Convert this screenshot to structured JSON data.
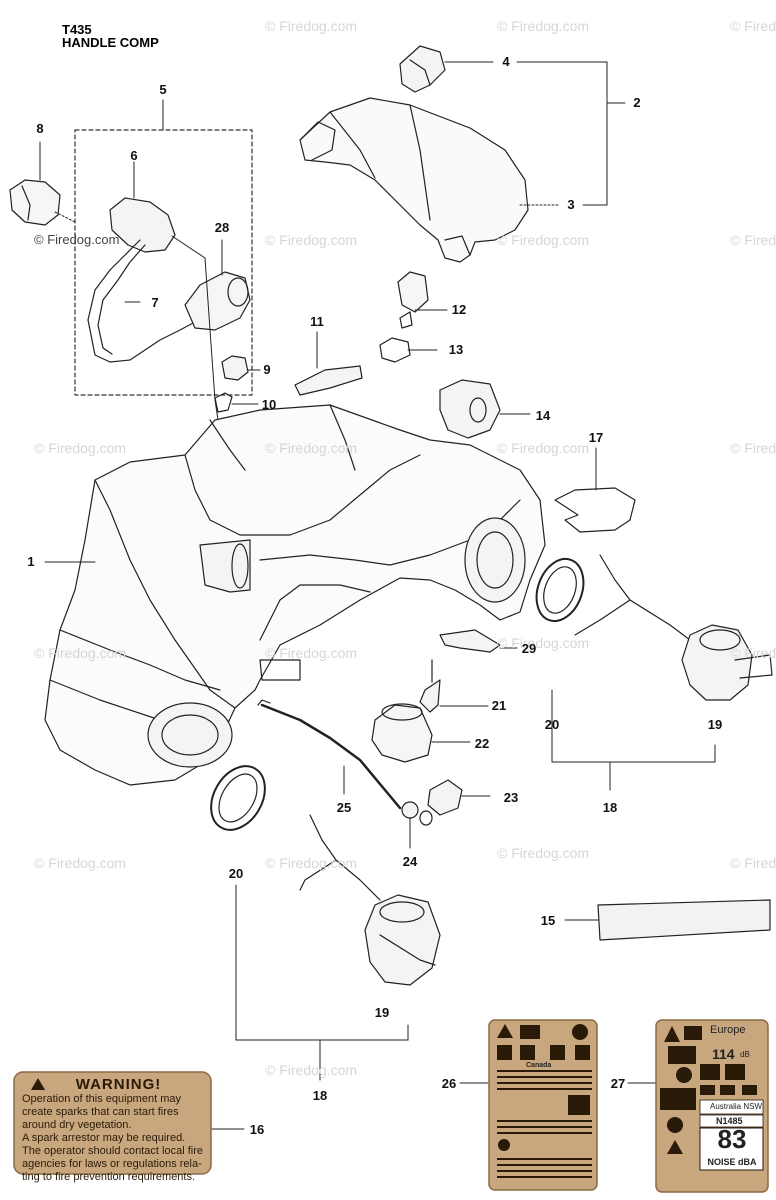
{
  "header": {
    "model": "T435",
    "section": "HANDLE COMP"
  },
  "watermark": {
    "text": "© Firedog.com"
  },
  "callouts": [
    "1",
    "2",
    "3",
    "4",
    "5",
    "6",
    "7",
    "8",
    "9",
    "10",
    "11",
    "12",
    "13",
    "14",
    "15",
    "16",
    "17",
    "18",
    "18",
    "19",
    "19",
    "20",
    "20",
    "21",
    "22",
    "23",
    "24",
    "25",
    "26",
    "27",
    "28",
    "29"
  ],
  "warning_decal": {
    "title": "WARNING!",
    "lines": [
      "Operation of this equipment may",
      "create sparks that can start fires",
      "around dry vegetation.",
      "A spark arrestor may be required.",
      "The operator should contact local fire",
      "agencies for laws or regulations rela-",
      "ting to fire prevention requirements."
    ]
  },
  "decal_27": {
    "region": "Europe",
    "sound_power": "114",
    "db_unit": "dB",
    "approval": "N1485",
    "approval_region": "Australia NSW",
    "noise_value": "83",
    "noise_label": "NOISE dBA"
  },
  "decal_26": {
    "country": "Canada"
  },
  "colors": {
    "decal": "#c9a77e",
    "decal_dark": "#8a6a44",
    "line": "#222222",
    "dashed": "#333333",
    "watermark": "#d6d6d6"
  }
}
